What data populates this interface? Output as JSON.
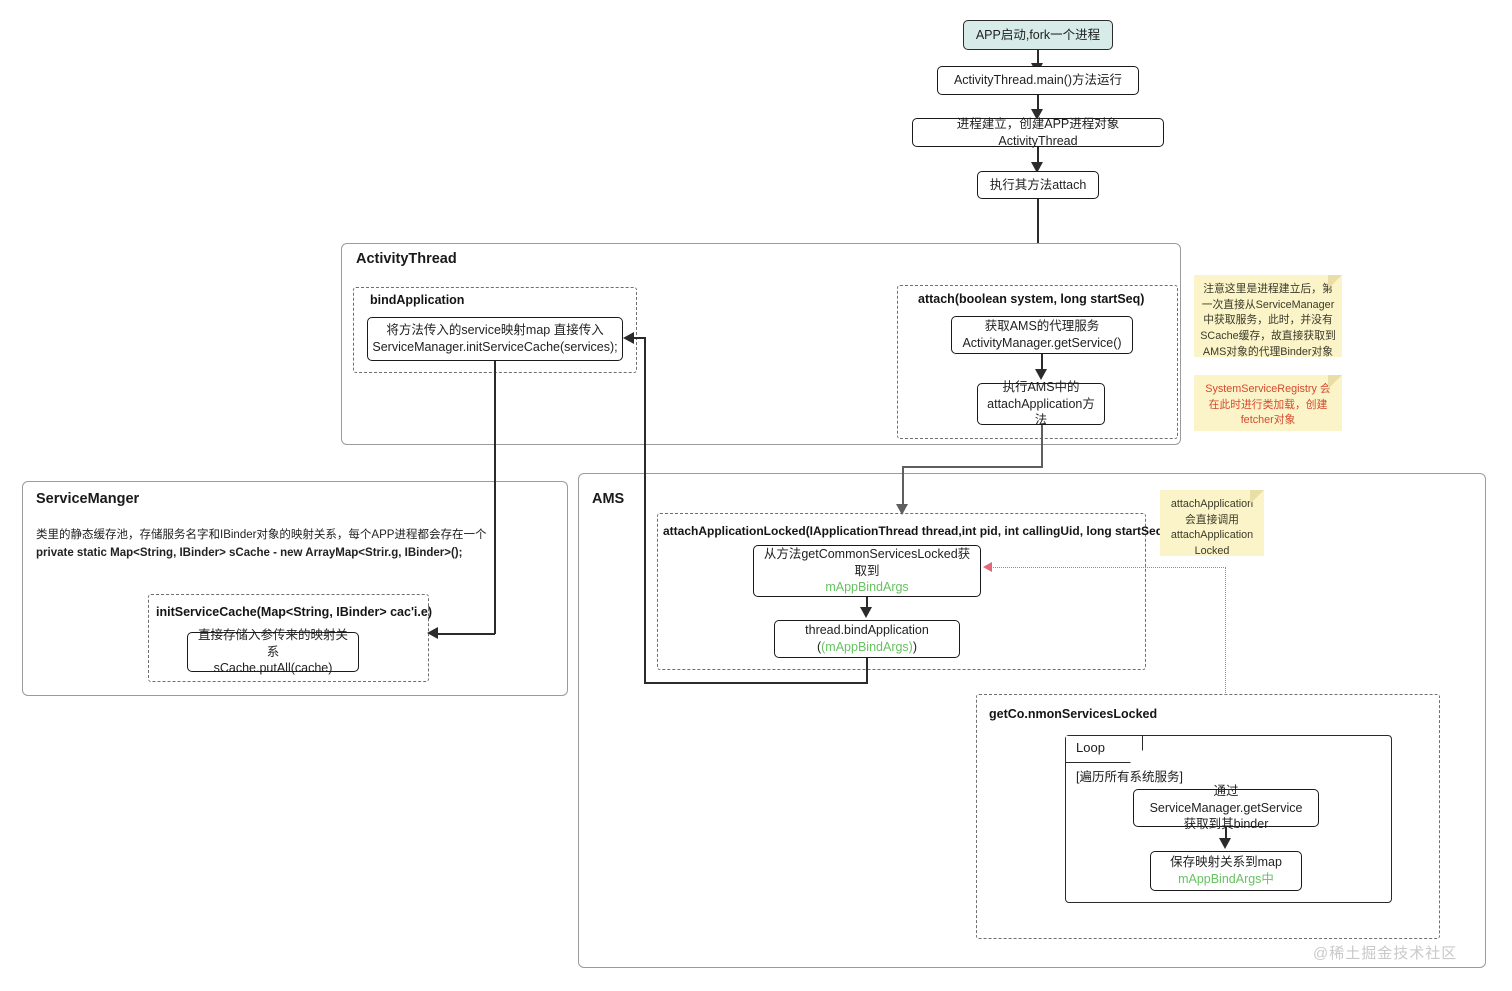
{
  "flow": {
    "start": "APP启动,fork一个进程",
    "step2": "ActivityThread.main()方法运行",
    "step3": "进程建立，创建APP进程对象ActivityThread",
    "step4": "执行其方法attach"
  },
  "activity_thread_panel": {
    "title": "ActivityThread",
    "bind_application": {
      "title": "bindApplication",
      "box": "将方法传入的service映射map 直接传入\nServiceManager.initServiceCache(services);"
    },
    "attach": {
      "title": "attach(boolean system, long startSeq)",
      "box1": "获取AMS的代理服务\nActivityManager.getService()",
      "box2": "执行AMS中的\nattachApplication方法"
    }
  },
  "notes": {
    "note1": "注意这里是进程建立后，第一次直接从ServiceManager中获取服务，此时，并没有SCache缓存，故直接获取到AMS对象的代理Binder对象",
    "note2": "SystemServiceRegistry 会在此时进行类加载，创建fetcher对象",
    "note3": "attachApplication\n会直接调用\nattachApplication\nLocked"
  },
  "service_manager_panel": {
    "title": "ServiceManger",
    "desc_line1": "类里的静态缓存池，存储服务名字和IBinder对象的映射关系，每个APP进程都会存在一个",
    "desc_line2": "private static Map<String, IBinder> sCache - new ArrayMap<Strir.g, IBinder>();",
    "init_service_cache": {
      "title": "initServiceCache(Map<String, IBinder> cac'i.e)",
      "box": "直接存储入参传来的映射关系\nsCache.putAll(cache)"
    }
  },
  "ams_panel": {
    "title": "AMS",
    "attach_application_locked": {
      "title": "attachApplicationLocked(IApplicationThread thread,int pid, int callingUid, long startSeq)",
      "box1_line1": "从方法getCommonServicesLocked获取到",
      "box1_line2": "mAppBindArgs",
      "box2_line1": "thread.bindApplication",
      "box2_line2": "(mAppBindArgs)"
    },
    "get_common_services_locked": {
      "title": "getCo.nmonServicesLocked",
      "loop_label": "Loop",
      "loop_condition": "[遍历所有系统服务]",
      "box1": "通过ServiceManager.getService\n获取到其binder",
      "box2_line1": "保存映射关系到map",
      "box2_line2": "mAppBindArgs中"
    }
  },
  "watermark": "@稀土掘金技术社区",
  "colors": {
    "start_fill": "#d7ebe8",
    "note_fill": "#fbf4c8",
    "note_red_text": "#d4492e",
    "green_text": "#67c261",
    "red_dotted": "#e2677a",
    "panel_border": "#9b9b9b",
    "node_border": "#1a1a1a"
  }
}
